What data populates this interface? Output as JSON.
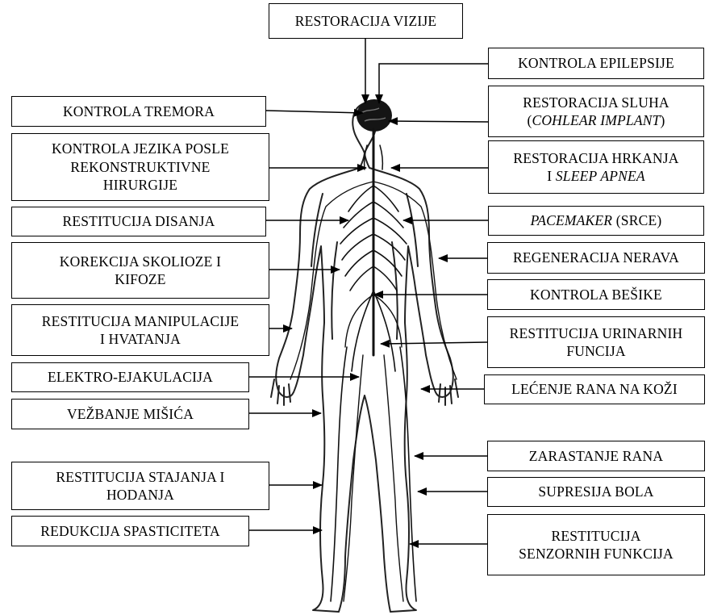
{
  "diagram": {
    "labels": {
      "vision": "RESTORACIJA VIZIJE",
      "epilepsy": "KONTROLA EPILEPSIJE",
      "tremor": "KONTROLA TREMORA",
      "hearing_line1": "RESTORACIJA SLUHA",
      "hearing_open": "(",
      "hearing_italic": "COHLEAR IMPLANT",
      "hearing_close": ")",
      "tongue_line1": "KONTROLA JEZIKA POSLE",
      "tongue_line2": "REKONSTRUKTIVNE",
      "tongue_line3": "HIRURGIJE",
      "snoring_line1": "RESTORACIJA HRKANJA",
      "snoring_prefix": "I ",
      "snoring_italic": "SLEEP APNEA",
      "breathing": "RESTITUCIJA DISANJA",
      "pacemaker_italic": "PACEMAKER",
      "pacemaker_rest": " (SRCE)",
      "nerve_regen": "REGENERACIJA NERAVA",
      "scoliosis_line1": "KOREKCIJA SKOLIOZE I",
      "scoliosis_line2": "KIFOZE",
      "bladder": "KONTROLA BEŠIKE",
      "grasp_line1": "RESTITUCIJA MANIPULACIJE",
      "grasp_line2": "I HVATANJA",
      "urinary_line1": "RESTITUCIJA URINARNIH",
      "urinary_line2": "FUNCIJA",
      "ejaculation": "ELEKTRO-EJAKULACIJA",
      "skin_wounds": "LEĆENJE RANA NA KOŽI",
      "muscle_exercise": "VEŽBANJE MIŠIĆA",
      "wound_healing": "ZARASTANJE RANA",
      "standing_line1": "RESTITUCIJA STAJANJA I",
      "standing_line2": "HODANJA",
      "pain": "SUPRESIJA BOLA",
      "spasticity": "REDUKCIJA SPASTICITETA",
      "sensory_line1": "RESTITUCIJA",
      "sensory_line2": "SENZORNIH FUNKCIJA"
    }
  }
}
